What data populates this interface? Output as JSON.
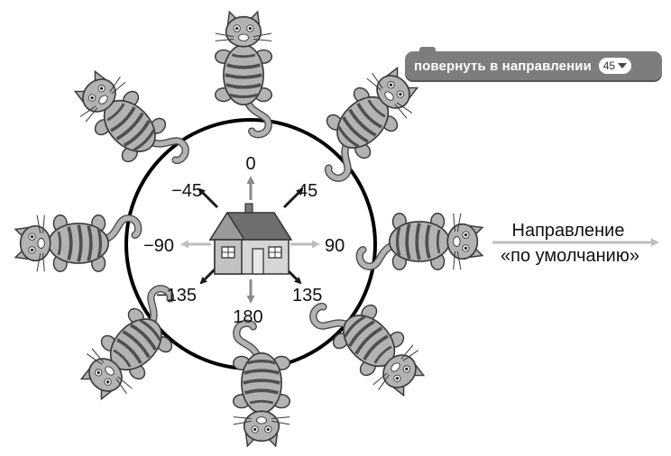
{
  "block": {
    "label": "повернуть в направлении",
    "value": "45",
    "dropdown_icon": "triangle-down-icon"
  },
  "angles": {
    "up": "0",
    "up_right": "45",
    "right": "90",
    "down_right": "135",
    "down": "180",
    "down_left": "−135",
    "left": "−90",
    "up_left": "−45"
  },
  "default_direction": {
    "line1": "Направление",
    "line2": "«по умолчанию»"
  },
  "colors": {
    "circle": "#000000",
    "arrow_dark": "#1a1a1a",
    "arrow_gray": "#8a8a8a",
    "arrow_light": "#bdbdbd",
    "cat_body": "#b3b3b3",
    "cat_stripes": "#4f4f4f",
    "house_roof": "#6f6f6f",
    "house_wall": "#d6d6d6",
    "block": "#7d7d7d"
  },
  "icons": [
    "cat-sprite",
    "house-icon",
    "arrow-icon"
  ]
}
